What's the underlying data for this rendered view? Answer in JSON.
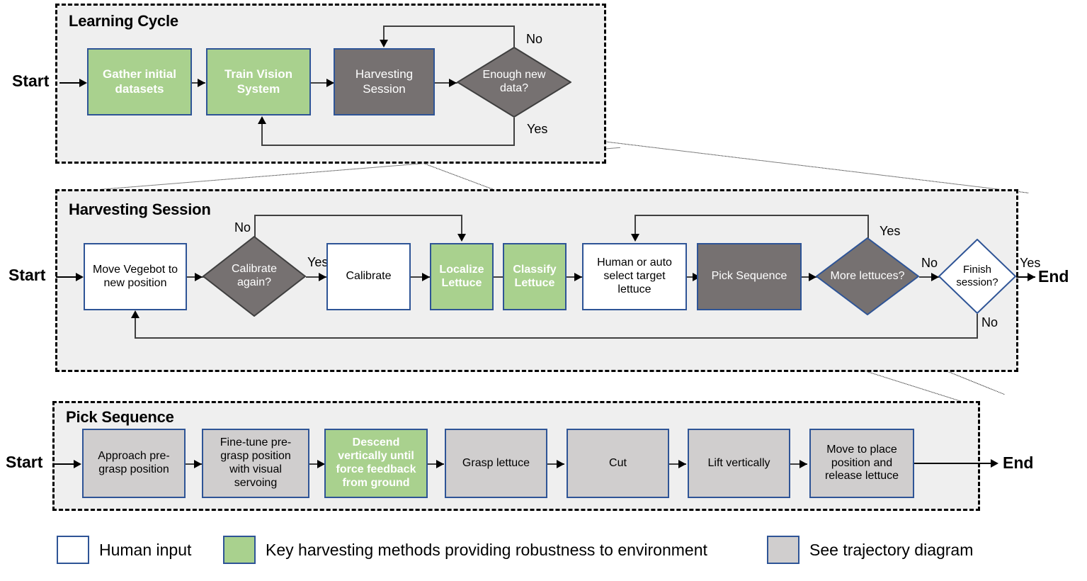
{
  "diagram": {
    "title": "Vegebot lettuce harvesting flowchart",
    "colors": {
      "green": "#a9d18e",
      "dark_gray": "#767171",
      "light_gray": "#d0cece",
      "white": "#ffffff",
      "border_blue": "#2e5496",
      "group_fill": "#efefef"
    }
  },
  "groups": [
    {
      "id": "learning-cycle",
      "title": "Learning Cycle"
    },
    {
      "id": "harvesting-session",
      "title": "Harvesting Session"
    },
    {
      "id": "pick-sequence",
      "title": "Pick Sequence"
    }
  ],
  "learning_cycle": {
    "start_label": "Start",
    "nodes": [
      {
        "id": "gather-initial-datasets",
        "label": "Gather initial datasets",
        "style": "green"
      },
      {
        "id": "train-vision-system",
        "label": "Train Vision System",
        "style": "green"
      },
      {
        "id": "harvesting-session",
        "label": "Harvesting Session",
        "style": "dark-gray"
      },
      {
        "id": "enough-new-data",
        "label": "Enough new data?",
        "style": "decision-dark"
      }
    ],
    "edge_labels": {
      "no": "No",
      "yes": "Yes"
    }
  },
  "harvesting_session": {
    "start_label": "Start",
    "end_label": "End",
    "nodes": [
      {
        "id": "move-vegebot",
        "label": "Move Vegebot to new position",
        "style": "white"
      },
      {
        "id": "calibrate-again",
        "label": "Calibrate again?",
        "style": "decision-dark"
      },
      {
        "id": "calibrate",
        "label": "Calibrate",
        "style": "white"
      },
      {
        "id": "localize-lettuce",
        "label": "Localize Lettuce",
        "style": "green"
      },
      {
        "id": "classify-lettuce",
        "label": "Classify Lettuce",
        "style": "green"
      },
      {
        "id": "select-target",
        "label": "Human or auto select target lettuce",
        "style": "white"
      },
      {
        "id": "pick-sequence",
        "label": "Pick Sequence",
        "style": "dark-gray"
      },
      {
        "id": "more-lettuces",
        "label": "More lettuces?",
        "style": "decision-dark"
      },
      {
        "id": "finish-session",
        "label": "Finish session?",
        "style": "decision-white"
      }
    ],
    "edge_labels": {
      "calibrate_no": "No",
      "calibrate_yes": "Yes",
      "more_yes": "Yes",
      "more_no": "No",
      "finish_yes": "Yes",
      "finish_no": "No"
    }
  },
  "pick_sequence": {
    "start_label": "Start",
    "end_label": "End",
    "nodes": [
      {
        "id": "approach-pregrasp",
        "label": "Approach pre-grasp position",
        "style": "light-gray"
      },
      {
        "id": "fine-tune-pregrasp",
        "label": "Fine-tune pre-grasp position with visual servoing",
        "style": "light-gray"
      },
      {
        "id": "descend-vertically",
        "label": "Descend vertically until force feedback from ground",
        "style": "green"
      },
      {
        "id": "grasp-lettuce",
        "label": "Grasp lettuce",
        "style": "light-gray"
      },
      {
        "id": "cut",
        "label": "Cut",
        "style": "light-gray"
      },
      {
        "id": "lift-vertically",
        "label": "Lift  vertically",
        "style": "light-gray"
      },
      {
        "id": "move-to-place",
        "label": "Move to place position and release lettuce",
        "style": "light-gray"
      }
    ]
  },
  "legend": {
    "items": [
      {
        "id": "human-input",
        "swatch": "#ffffff",
        "label": "Human input"
      },
      {
        "id": "key-methods",
        "swatch": "#a9d18e",
        "label": "Key harvesting methods providing robustness to environment"
      },
      {
        "id": "trajectory-diagram",
        "swatch": "#d0cece",
        "label": "See trajectory diagram"
      }
    ]
  }
}
